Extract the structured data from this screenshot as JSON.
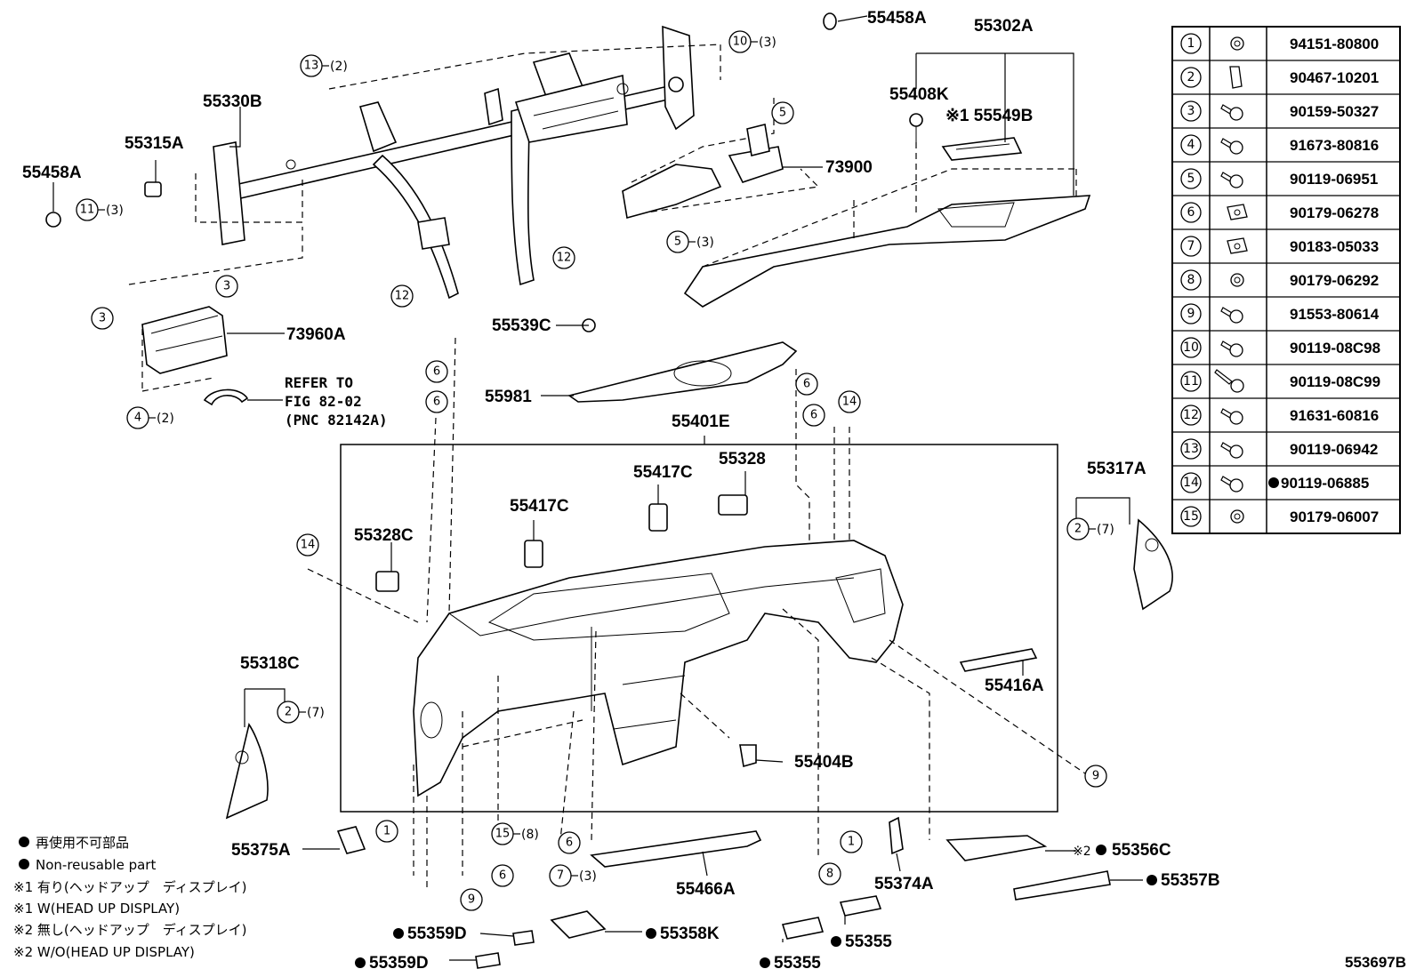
{
  "labels": {
    "p55302A": "55302A",
    "p55458A_top": "55458A",
    "p55458A_left": "55458A",
    "p55408K": "55408K",
    "p55549B": "※1 55549B",
    "p55330B": "55330B",
    "p55315A": "55315A",
    "p73900": "73900",
    "p73960A": "73960A",
    "p55539C": "55539C",
    "p55981": "55981",
    "p55401E": "55401E",
    "p55417C_a": "55417C",
    "p55417C_b": "55417C",
    "p55328": "55328",
    "p55328C": "55328C",
    "p55317A": "55317A",
    "p55318C": "55318C",
    "p55416A": "55416A",
    "p55404B": "55404B",
    "p55375A": "55375A",
    "p55374A": "55374A",
    "p55466A": "55466A",
    "p55356C": "55356C",
    "p55356C_mark": "※2",
    "p55357B": "55357B",
    "p55358K": "55358K",
    "p55359D_a": "55359D",
    "p55359D_b": "55359D",
    "p55355_a": "55355",
    "p55355_b": "55355",
    "refer_to": [
      "REFER TO",
      "FIG 82-02",
      "(PNC 82142A)"
    ],
    "diagram_id": "553697B"
  },
  "callouts": {
    "c10": {
      "num": "10",
      "qty": "(3)"
    },
    "c13": {
      "num": "13",
      "qty": "(2)"
    },
    "c11": {
      "num": "11",
      "qty": "(3)"
    },
    "c5a": {
      "num": "5",
      "qty": ""
    },
    "c5b": {
      "num": "5",
      "qty": "(3)"
    },
    "c12a": {
      "num": "12",
      "qty": ""
    },
    "c12b": {
      "num": "12",
      "qty": ""
    },
    "c3a": {
      "num": "3",
      "qty": ""
    },
    "c3b": {
      "num": "3",
      "qty": ""
    },
    "c4": {
      "num": "4",
      "qty": "(2)"
    },
    "c6a": {
      "num": "6",
      "qty": ""
    },
    "c6b": {
      "num": "6",
      "qty": ""
    },
    "c6c": {
      "num": "6",
      "qty": ""
    },
    "c6d": {
      "num": "6",
      "qty": ""
    },
    "c6e": {
      "num": "6",
      "qty": ""
    },
    "c6f": {
      "num": "6",
      "qty": ""
    },
    "c14a": {
      "num": "14",
      "qty": ""
    },
    "c14b": {
      "num": "14",
      "qty": ""
    },
    "c2a": {
      "num": "2",
      "qty": "(7)"
    },
    "c2b": {
      "num": "2",
      "qty": "(7)"
    },
    "c9a": {
      "num": "9",
      "qty": ""
    },
    "c9b": {
      "num": "9",
      "qty": ""
    },
    "c1a": {
      "num": "1",
      "qty": ""
    },
    "c1b": {
      "num": "1",
      "qty": ""
    },
    "c15": {
      "num": "15",
      "qty": "(8)"
    },
    "c7": {
      "num": "7",
      "qty": "(3)"
    },
    "c8": {
      "num": "8",
      "qty": ""
    }
  },
  "legend": {
    "line1": "再使用不可部品",
    "line2": "Non-reusable part",
    "line3": "※1 有り(ヘッドアップ　ディスプレイ)",
    "line4": "※1 W(HEAD UP DISPLAY)",
    "line5": "※2 無し(ヘッドアップ　ディスプレイ)",
    "line6": "※2 W/O(HEAD UP DISPLAY)"
  },
  "fastener_table": [
    {
      "num": "1",
      "part": "94151-80800",
      "nonreusable": false,
      "icon": "nut-icon"
    },
    {
      "num": "2",
      "part": "90467-10201",
      "nonreusable": false,
      "icon": "clip-icon"
    },
    {
      "num": "3",
      "part": "90159-50327",
      "nonreusable": false,
      "icon": "bolt-icon"
    },
    {
      "num": "4",
      "part": "91673-80816",
      "nonreusable": false,
      "icon": "bolt-icon"
    },
    {
      "num": "5",
      "part": "90119-06951",
      "nonreusable": false,
      "icon": "bolt-icon"
    },
    {
      "num": "6",
      "part": "90179-06278",
      "nonreusable": false,
      "icon": "nut-clip-icon"
    },
    {
      "num": "7",
      "part": "90183-05033",
      "nonreusable": false,
      "icon": "nut-clip-icon"
    },
    {
      "num": "8",
      "part": "90179-06292",
      "nonreusable": false,
      "icon": "nut-icon"
    },
    {
      "num": "9",
      "part": "91553-80614",
      "nonreusable": false,
      "icon": "bolt-icon"
    },
    {
      "num": "10",
      "part": "90119-08C98",
      "nonreusable": false,
      "icon": "bolt-icon"
    },
    {
      "num": "11",
      "part": "90119-08C99",
      "nonreusable": false,
      "icon": "long-bolt-icon"
    },
    {
      "num": "12",
      "part": "91631-60816",
      "nonreusable": false,
      "icon": "bolt-icon"
    },
    {
      "num": "13",
      "part": "90119-06942",
      "nonreusable": false,
      "icon": "bolt-icon"
    },
    {
      "num": "14",
      "part": "90119-06885",
      "nonreusable": true,
      "icon": "bolt-icon"
    },
    {
      "num": "15",
      "part": "90179-06007",
      "nonreusable": false,
      "icon": "nut-icon"
    }
  ]
}
